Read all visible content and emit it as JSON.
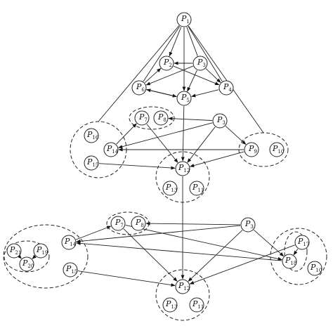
{
  "nodes": [
    {
      "id": "n1",
      "letter": "P",
      "sub": "1"
    },
    {
      "id": "n2a",
      "letter": "P",
      "sub": "2"
    },
    {
      "id": "n3a",
      "letter": "P",
      "sub": "3"
    },
    {
      "id": "n6",
      "letter": "P",
      "sub": "6"
    },
    {
      "id": "n4",
      "letter": "P",
      "sub": "4"
    },
    {
      "id": "n5",
      "letter": "P",
      "sub": "5"
    },
    {
      "id": "n7a",
      "letter": "P",
      "sub": "7"
    },
    {
      "id": "n8a",
      "letter": "P",
      "sub": "8"
    },
    {
      "id": "n3b",
      "letter": "P",
      "sub": "3"
    },
    {
      "id": "n16",
      "letter": "P",
      "sub": "16"
    },
    {
      "id": "n14a",
      "letter": "P",
      "sub": "14"
    },
    {
      "id": "n15a",
      "letter": "P",
      "sub": "15"
    },
    {
      "id": "n9",
      "letter": "P",
      "sub": "9"
    },
    {
      "id": "n10a",
      "letter": "P",
      "sub": "10"
    },
    {
      "id": "n12a",
      "letter": "P",
      "sub": "12"
    },
    {
      "id": "n13a",
      "letter": "P",
      "sub": "13"
    },
    {
      "id": "n11a",
      "letter": "P",
      "sub": "11"
    },
    {
      "id": "n7b",
      "letter": "P",
      "sub": "7"
    },
    {
      "id": "n8b",
      "letter": "P",
      "sub": "8"
    },
    {
      "id": "n3c",
      "letter": "P",
      "sub": "3"
    },
    {
      "id": "n21",
      "letter": "P",
      "sub": "21"
    },
    {
      "id": "n19",
      "letter": "P",
      "sub": "19"
    },
    {
      "id": "n20",
      "letter": "P",
      "sub": "20"
    },
    {
      "id": "n14b",
      "letter": "P",
      "sub": "14"
    },
    {
      "id": "n15b",
      "letter": "P",
      "sub": "15"
    },
    {
      "id": "n17",
      "letter": "P",
      "sub": "17"
    },
    {
      "id": "n18",
      "letter": "P",
      "sub": "18"
    },
    {
      "id": "n10b",
      "letter": "P",
      "sub": "10"
    },
    {
      "id": "n12b",
      "letter": "P",
      "sub": "12"
    },
    {
      "id": "n13b",
      "letter": "P",
      "sub": "13"
    },
    {
      "id": "n11b",
      "letter": "P",
      "sub": "11"
    }
  ],
  "clusters": [
    "c-p7p8-top",
    "c-left-top",
    "c-right-top",
    "c-center-top",
    "c-p7p8-bottom",
    "c-left-bottom",
    "c-p21p20",
    "c-right-bottom",
    "c-p17p18",
    "c-center-bottom"
  ],
  "edges": [
    {
      "from": "n1",
      "to": "n2a",
      "arrow": true
    },
    {
      "from": "n1",
      "to": "n3a",
      "arrow": false
    },
    {
      "from": "n1",
      "to": "n6",
      "arrow": false
    },
    {
      "from": "n1",
      "to": "n4",
      "arrow": false
    },
    {
      "from": "n1",
      "to": "n5",
      "arrow": true
    },
    {
      "from": "n1",
      "to": "c-left-top",
      "arrow": false
    },
    {
      "from": "n1",
      "to": "c-right-top",
      "arrow": false
    },
    {
      "from": "n3a",
      "to": "n2a",
      "arrow": true
    },
    {
      "from": "n3a",
      "to": "n6",
      "arrow": true
    },
    {
      "from": "n3a",
      "to": "n4",
      "arrow": true
    },
    {
      "from": "n3a",
      "to": "n5",
      "arrow": true
    },
    {
      "from": "n6",
      "to": "n2a",
      "arrow": true
    },
    {
      "from": "n6",
      "to": "n5",
      "arrow": true
    },
    {
      "from": "n4",
      "to": "n5",
      "arrow": true
    },
    {
      "from": "n2a",
      "to": "n4",
      "arrow": true
    },
    {
      "from": "n5",
      "to": "n6",
      "arrow": true
    },
    {
      "from": "n3b",
      "to": "n8a",
      "arrow": true
    },
    {
      "from": "n3b",
      "to": "n9",
      "arrow": true
    },
    {
      "from": "n3b",
      "to": "n14a",
      "arrow": true
    },
    {
      "from": "n3b",
      "to": "n12a",
      "arrow": true
    },
    {
      "from": "n7a",
      "to": "n12a",
      "arrow": true
    },
    {
      "from": "n14a",
      "to": "n7a",
      "arrow": true
    },
    {
      "from": "n15a",
      "to": "n12a",
      "arrow": true
    },
    {
      "from": "n9",
      "to": "n12a",
      "arrow": true
    },
    {
      "from": "n9",
      "to": "n14a",
      "arrow": true
    },
    {
      "from": "n5",
      "to": "n12a",
      "arrow": true
    },
    {
      "from": "n12a",
      "to": "n12b",
      "arrow": true
    },
    {
      "from": "n3c",
      "to": "n8b",
      "arrow": true
    },
    {
      "from": "n3c",
      "to": "n14b",
      "arrow": true
    },
    {
      "from": "n3c",
      "to": "n18",
      "arrow": true
    },
    {
      "from": "n3c",
      "to": "n12b",
      "arrow": true
    },
    {
      "from": "n7b",
      "to": "n12b",
      "arrow": true
    },
    {
      "from": "n7b",
      "to": "n18",
      "arrow": true
    },
    {
      "from": "n14b",
      "to": "n7b",
      "arrow": true
    },
    {
      "from": "n15b",
      "to": "n12b",
      "arrow": true
    },
    {
      "from": "n17",
      "to": "n12b",
      "arrow": true
    },
    {
      "from": "n18",
      "to": "n14b",
      "arrow": true
    },
    {
      "from": "n21",
      "to": "n20",
      "arrow": true
    },
    {
      "from": "n19",
      "to": "n20",
      "arrow": true
    },
    {
      "from": "n17",
      "to": "n18",
      "arrow": true
    }
  ]
}
